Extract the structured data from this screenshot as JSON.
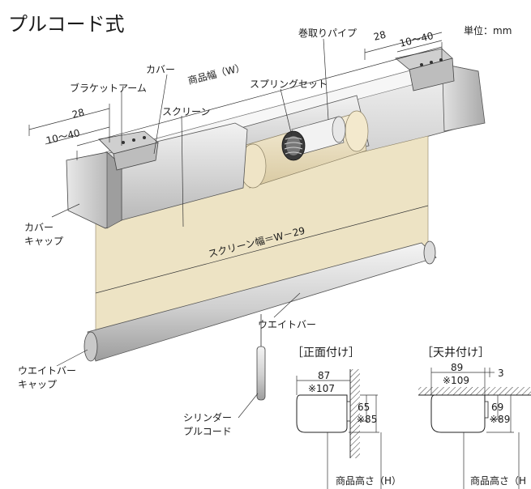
{
  "title": "プルコード式",
  "unit": "単位：mm",
  "labels": {
    "product_width": "商品幅（W）",
    "pipe": "巻取りパイプ",
    "cover": "カバー",
    "bracket_arm": "ブラケットアーム",
    "spring_set": "スプリングセット",
    "screen": "スクリーン",
    "cover_cap_1": "カバー",
    "cover_cap_2": "キャップ",
    "screen_width": "スクリーン幅＝W－29",
    "weight_bar": "ウエイトバー",
    "weight_cap_1": "ウエイトバー",
    "weight_cap_2": "キャップ",
    "cord_1": "シリンダー",
    "cord_2": "プルコード"
  },
  "dims": {
    "top_28": "28",
    "top_10_40": "10～40",
    "left_28": "28",
    "left_10_40": "10～40"
  },
  "front": {
    "heading": "［正面付け］",
    "w1": "87",
    "w2": "※107",
    "h1": "65",
    "h2": "※85",
    "product_height": "商品高さ（H）"
  },
  "ceiling": {
    "heading": "［天井付け］",
    "w1": "89",
    "w2": "※109",
    "gap": "3",
    "h1": "69",
    "h2": "※89",
    "product_height": "商品高さ（H"
  },
  "colors": {
    "screen": "#ede3c4",
    "housing": "#dcdcdc",
    "housing_dark": "#9a9a9a",
    "line": "#222222"
  }
}
